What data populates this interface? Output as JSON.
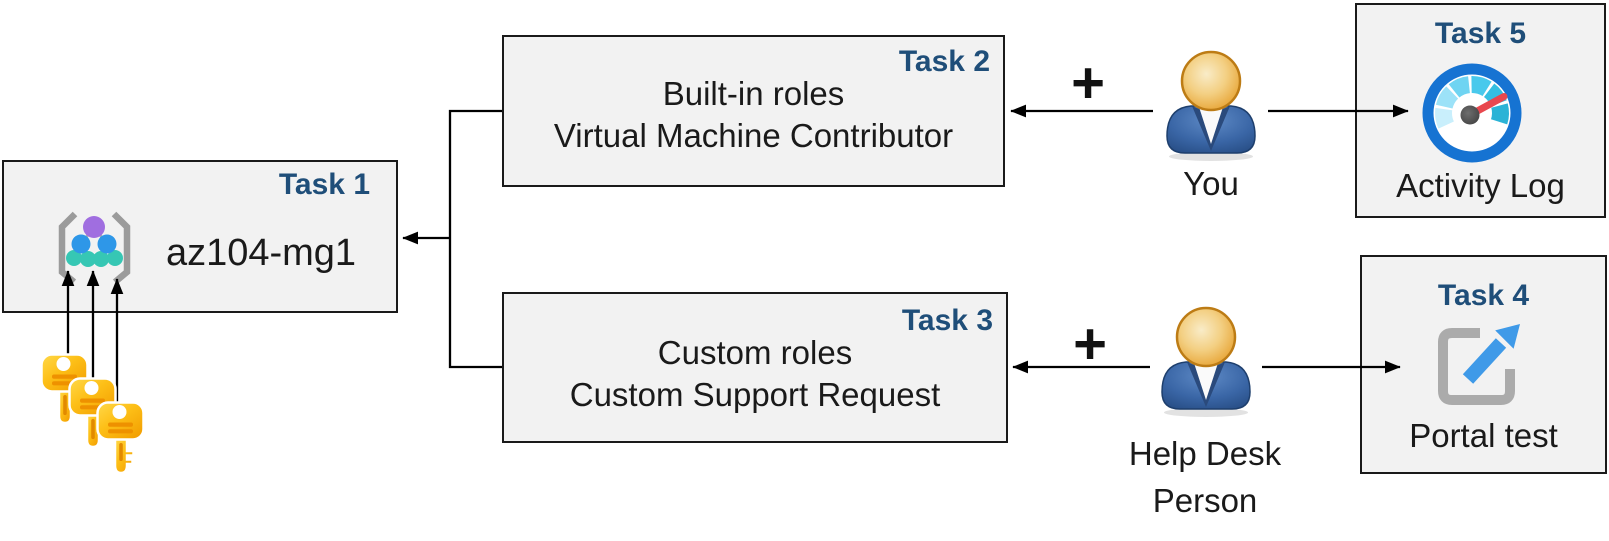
{
  "boxes": {
    "task1": {
      "badge": "Task 1",
      "title": "az104-mg1"
    },
    "task2": {
      "badge": "Task 2",
      "lines": [
        "Built-in roles",
        "Virtual Machine Contributor"
      ]
    },
    "task3": {
      "badge": "Task 3",
      "lines": [
        "Custom roles",
        "Custom Support Request"
      ]
    },
    "task4": {
      "badge": "Task 4",
      "caption": "Portal test"
    },
    "task5": {
      "badge": "Task 5",
      "caption": "Activity Log"
    }
  },
  "actors": {
    "you": {
      "label": "You"
    },
    "helpdesk": {
      "line1": "Help Desk",
      "line2": "Person"
    }
  },
  "operators": {
    "plus_top": "+",
    "plus_bottom": "+"
  },
  "icons": {
    "task1": "management-group-icon",
    "task1_lower": "keys-icon",
    "task5": "activity-log-gauge-icon",
    "task4": "external-link-icon",
    "you": "person-icon",
    "helpdesk": "person-icon"
  },
  "colors": {
    "badge_blue": "#1f4e79",
    "box_fill": "#f2f2f2",
    "box_border": "#1a1a1a",
    "arrow": "#000000",
    "key_gold": "#f8b400",
    "person_body_blue": "#35639f",
    "person_head_orange": "#eaa742",
    "gauge_ring_blue": "#1673d2",
    "gauge_needle_red": "#e8474e",
    "portal_arrow_blue": "#3f9ae8",
    "mg_purple": "#a06ee0",
    "mg_blue": "#2e97e8",
    "mg_teal": "#36c7b4",
    "mg_bracket_gray": "#9b9b9b"
  }
}
